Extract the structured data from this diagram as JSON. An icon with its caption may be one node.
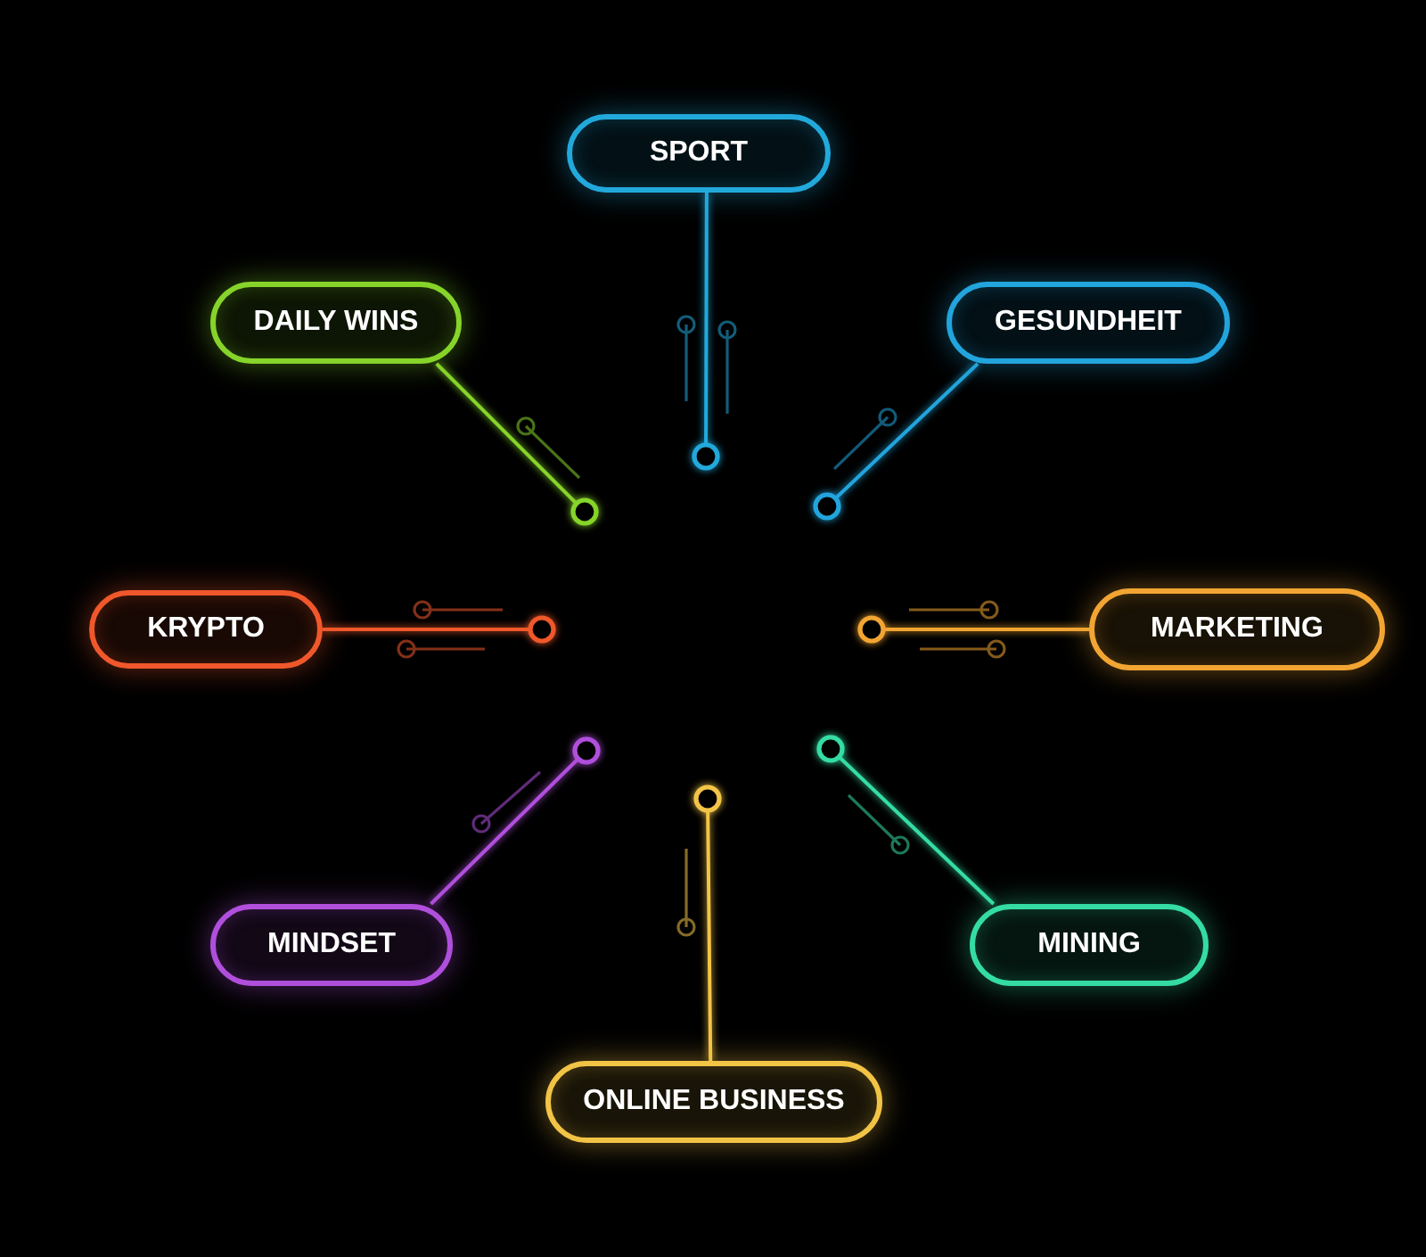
{
  "diagram": {
    "nodes": [
      {
        "text": [
          "SPORT"
        ]
      },
      {
        "text": [
          "DAILY WINS"
        ]
      },
      {
        "text": [
          "GESUNDHEIT"
        ]
      },
      {
        "text": [
          "KRYPTO"
        ]
      },
      {
        "text": [
          "MARKETING"
        ]
      },
      {
        "text": [
          "MINDSET"
        ]
      },
      {
        "text": [
          "MINING"
        ]
      },
      {
        "text": [
          "ONLINE BUSINESS"
        ]
      }
    ],
    "edges": [
      {
        "from": 0,
        "to": null,
        "arrow": "other",
        "color": "#22a9dc"
      },
      {
        "from": 1,
        "to": null,
        "arrow": "other",
        "color": "#86d42a"
      },
      {
        "from": 2,
        "to": null,
        "arrow": "other",
        "color": "#22a4dc"
      },
      {
        "from": 3,
        "to": null,
        "arrow": "other",
        "color": "#f0582c"
      },
      {
        "from": 4,
        "to": null,
        "arrow": "other",
        "color": "#f2a532"
      },
      {
        "from": 5,
        "to": null,
        "arrow": "other",
        "color": "#b04fdc"
      },
      {
        "from": 6,
        "to": null,
        "arrow": "other",
        "color": "#34dca4"
      },
      {
        "from": 7,
        "to": null,
        "arrow": "other",
        "color": "#f2c446"
      }
    ]
  }
}
